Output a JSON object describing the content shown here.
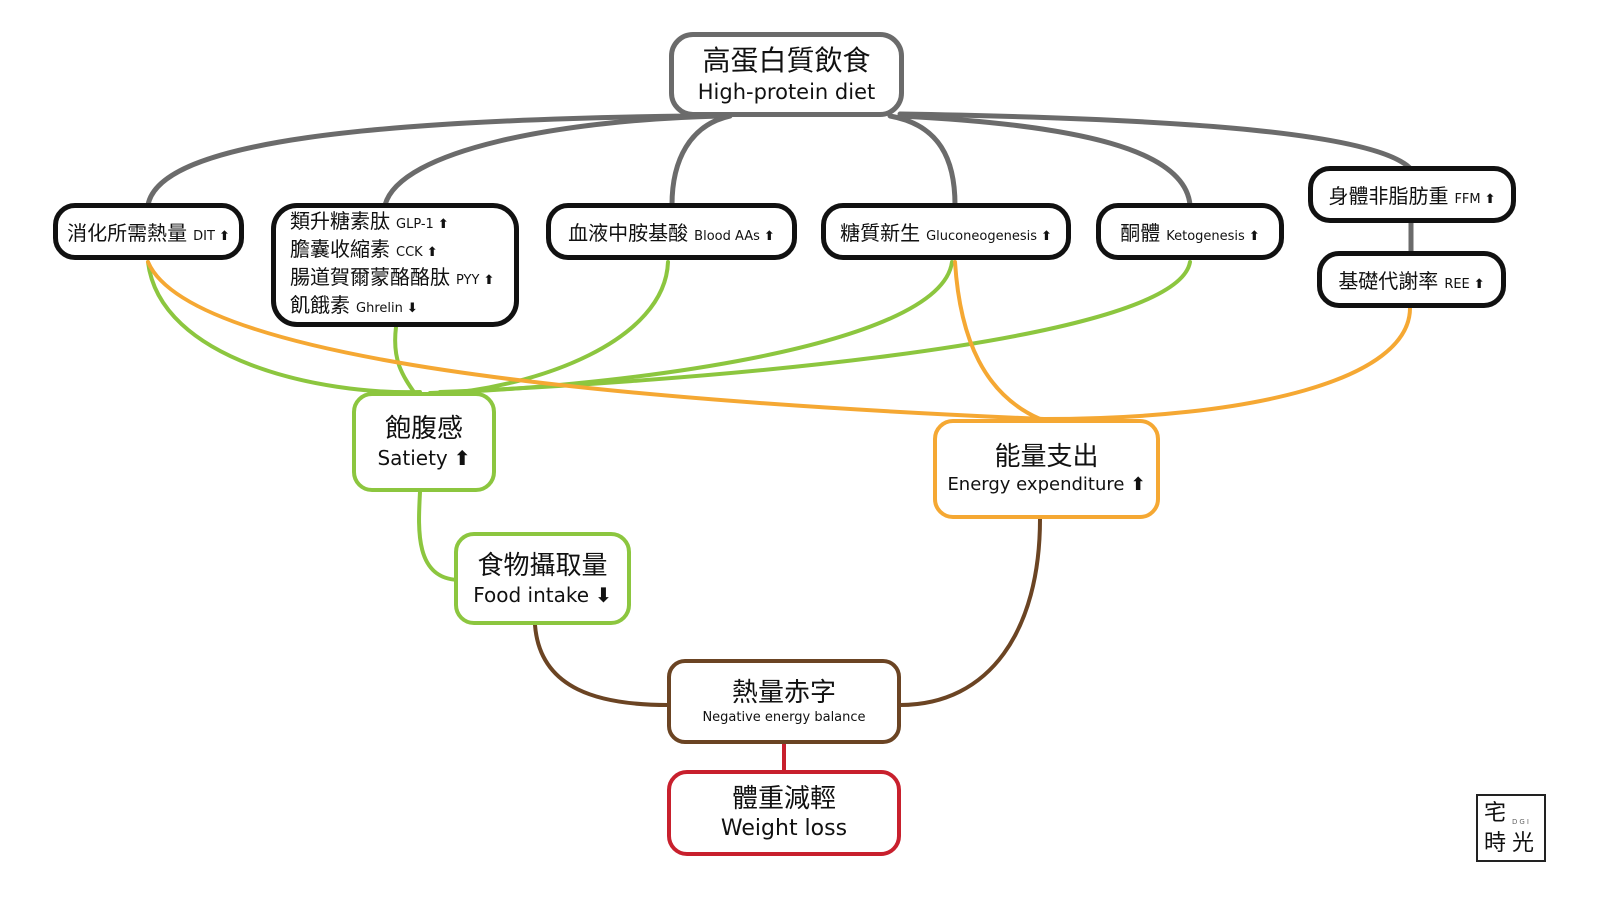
{
  "colors": {
    "grey": "#6b6b6b",
    "black": "#111111",
    "green": "#8cc63f",
    "orange": "#f5a833",
    "brown": "#6b4423",
    "red": "#c8202d"
  },
  "root": {
    "zh": "高蛋白質飲食",
    "en": "High-protein diet"
  },
  "mechanisms": {
    "dit": {
      "zh": "消化所需熱量",
      "en": "DIT",
      "dir": "⬆"
    },
    "hormones": [
      {
        "zh": "類升糖素肽",
        "en": "GLP-1",
        "dir": "⬆"
      },
      {
        "zh": "膽囊收縮素",
        "en": "CCK",
        "dir": "⬆"
      },
      {
        "zh": "腸道賀爾蒙酪酪肽",
        "en": "PYY",
        "dir": "⬆"
      },
      {
        "zh": "飢餓素",
        "en": "Ghrelin",
        "dir": "⬇"
      }
    ],
    "blood_aas": {
      "zh": "血液中胺基酸",
      "en": "Blood AAs",
      "dir": "⬆"
    },
    "gluconeogenesis": {
      "zh": "糖質新生",
      "en": "Gluconeogenesis",
      "dir": "⬆"
    },
    "ketogenesis": {
      "zh": "酮體",
      "en": "Ketogenesis",
      "dir": "⬆"
    },
    "ffm": {
      "zh": "身體非脂肪重",
      "en": "FFM",
      "dir": "⬆"
    },
    "ree": {
      "zh": "基礎代謝率",
      "en": "REE",
      "dir": "⬆"
    }
  },
  "satiety": {
    "zh": "飽腹感",
    "en": "Satiety",
    "dir": "⬆"
  },
  "energy_expenditure": {
    "zh": "能量支出",
    "en": "Energy expenditure",
    "dir": "⬆"
  },
  "food_intake": {
    "zh": "食物攝取量",
    "en": "Food intake",
    "dir": "⬇"
  },
  "negative_balance": {
    "zh": "熱量赤字",
    "en": "Negative energy balance"
  },
  "weight_loss": {
    "zh": "體重減輕",
    "en": "Weight loss"
  },
  "logo": {
    "c1": "宅",
    "c2": "時",
    "c3": "光",
    "dgi": "DGI"
  }
}
